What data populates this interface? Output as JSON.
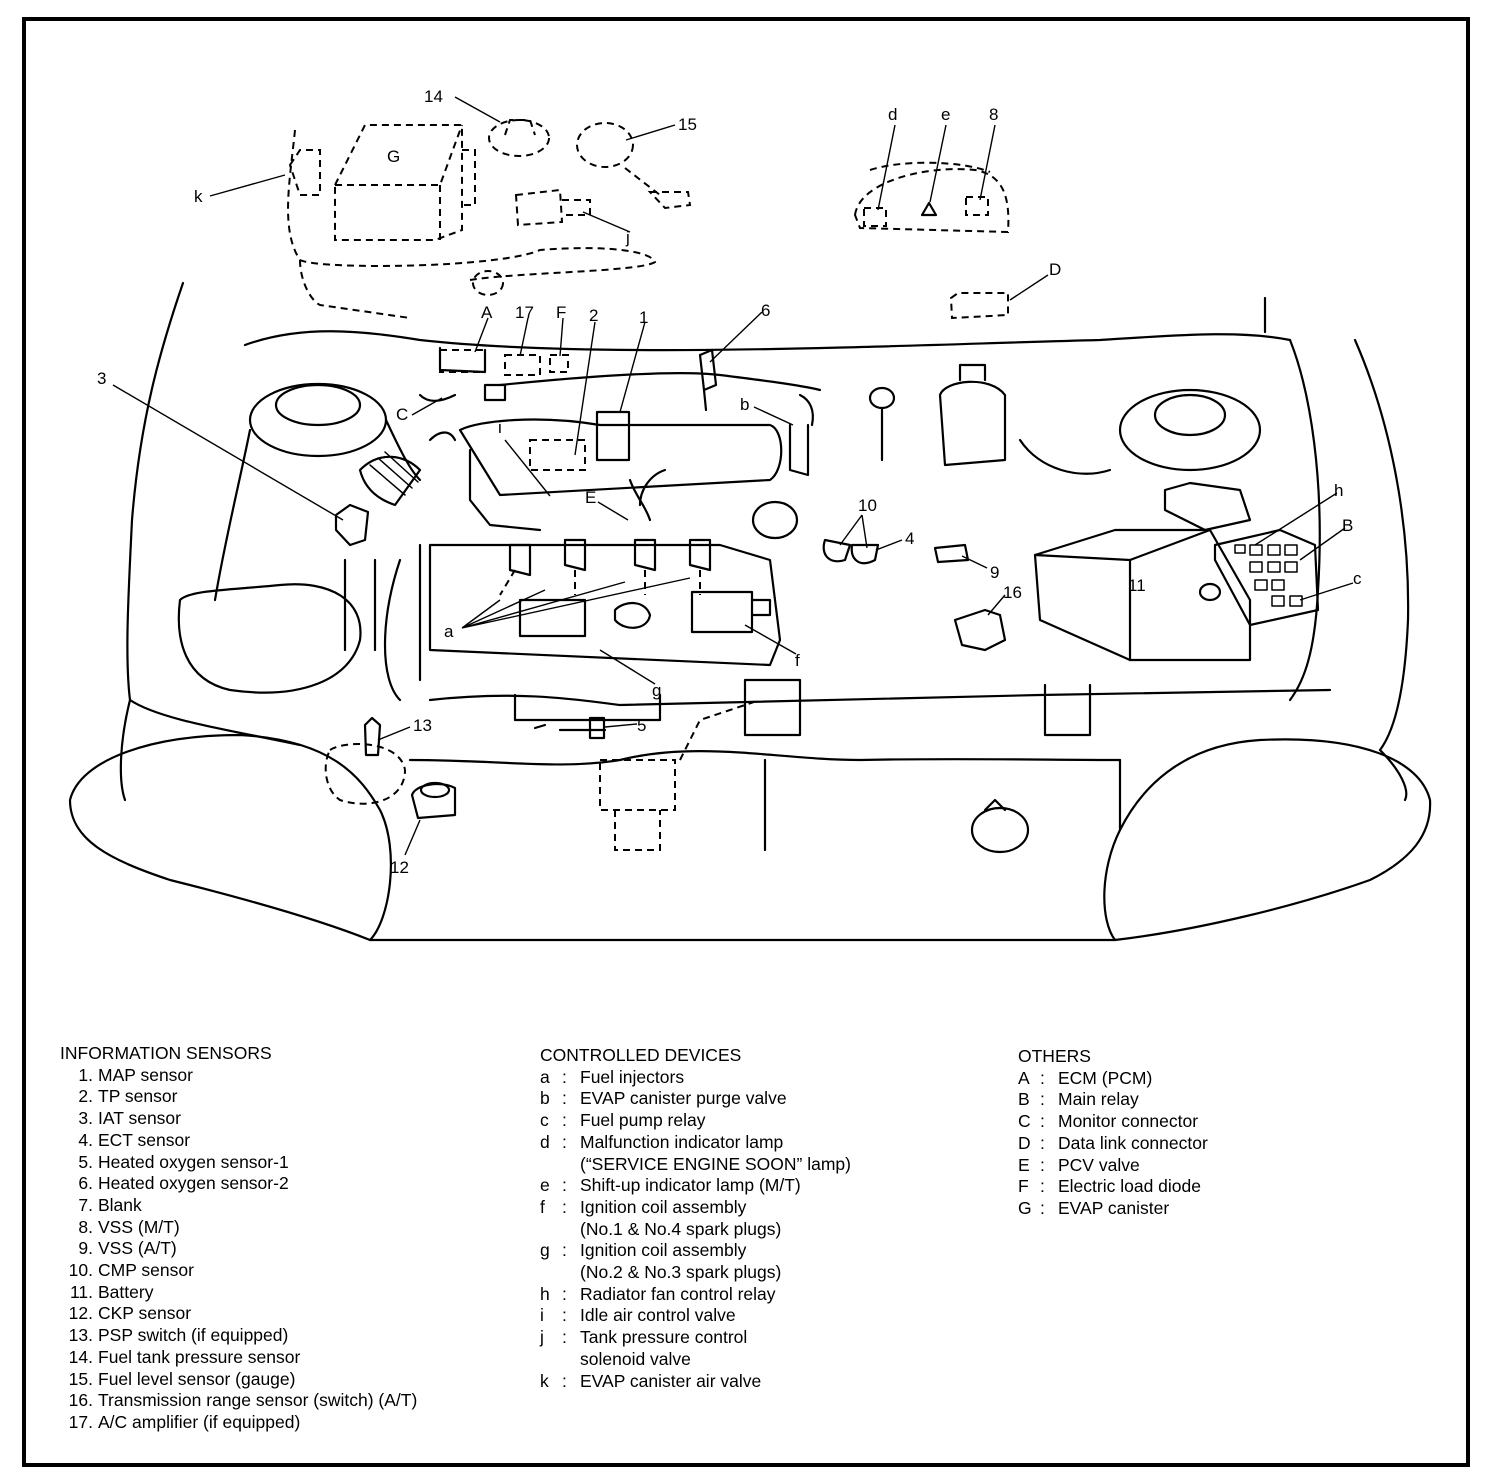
{
  "diagram": {
    "callouts": [
      "14",
      "15",
      "k",
      "G",
      "j",
      "d",
      "e",
      "8",
      "D",
      "A",
      "17",
      "F",
      "2",
      "1",
      "6",
      "3",
      "C",
      "b",
      "i",
      "E",
      "10",
      "4",
      "h",
      "B",
      "9",
      "c",
      "11",
      "16",
      "a",
      "f",
      "g",
      "5",
      "13",
      "12"
    ]
  },
  "legend": {
    "sensors": {
      "title": "INFORMATION SENSORS",
      "items": [
        {
          "num": "1.",
          "text": "MAP sensor"
        },
        {
          "num": "2.",
          "text": "TP sensor"
        },
        {
          "num": "3.",
          "text": "IAT sensor"
        },
        {
          "num": "4.",
          "text": "ECT sensor"
        },
        {
          "num": "5.",
          "text": "Heated oxygen sensor-1"
        },
        {
          "num": "6.",
          "text": "Heated oxygen sensor-2"
        },
        {
          "num": "7.",
          "text": "Blank"
        },
        {
          "num": "8.",
          "text": "VSS (M/T)"
        },
        {
          "num": "9.",
          "text": "VSS (A/T)"
        },
        {
          "num": "10.",
          "text": "CMP sensor"
        },
        {
          "num": "11.",
          "text": "Battery"
        },
        {
          "num": "12.",
          "text": "CKP sensor"
        },
        {
          "num": "13.",
          "text": "PSP switch (if equipped)"
        },
        {
          "num": "14.",
          "text": "Fuel tank pressure sensor"
        },
        {
          "num": "15.",
          "text": "Fuel level sensor (gauge)"
        },
        {
          "num": "16.",
          "text": "Transmission range sensor (switch) (A/T)"
        },
        {
          "num": "17.",
          "text": "A/C amplifier (if equipped)"
        }
      ]
    },
    "controlled": {
      "title": "CONTROLLED DEVICES",
      "items": [
        {
          "key": "a",
          "sep": ":",
          "text": "Fuel injectors",
          "cont": ""
        },
        {
          "key": "b",
          "sep": ":",
          "text": "EVAP canister purge valve",
          "cont": ""
        },
        {
          "key": "c",
          "sep": ":",
          "text": "Fuel pump relay",
          "cont": ""
        },
        {
          "key": "d",
          "sep": ":",
          "text": "Malfunction indicator lamp",
          "cont": "(“SERVICE ENGINE SOON” lamp)"
        },
        {
          "key": "e",
          "sep": ":",
          "text": "Shift-up indicator lamp (M/T)",
          "cont": ""
        },
        {
          "key": "f",
          "sep": ":",
          "text": "Ignition coil assembly",
          "cont": "(No.1 & No.4 spark plugs)"
        },
        {
          "key": "g",
          "sep": ":",
          "text": "Ignition coil assembly",
          "cont": "(No.2 & No.3 spark plugs)"
        },
        {
          "key": "h",
          "sep": ":",
          "text": "Radiator fan control relay",
          "cont": ""
        },
        {
          "key": "i",
          "sep": ":",
          "text": "Idle air control valve",
          "cont": ""
        },
        {
          "key": "j",
          "sep": ":",
          "text": "Tank pressure control",
          "cont": "solenoid valve"
        },
        {
          "key": "k",
          "sep": ":",
          "text": "EVAP canister air valve",
          "cont": ""
        }
      ]
    },
    "others": {
      "title": "OTHERS",
      "items": [
        {
          "key": "A",
          "sep": ":",
          "text": "ECM (PCM)"
        },
        {
          "key": "B",
          "sep": ":",
          "text": "Main relay"
        },
        {
          "key": "C",
          "sep": ":",
          "text": "Monitor connector"
        },
        {
          "key": "D",
          "sep": ":",
          "text": "Data link connector"
        },
        {
          "key": "E",
          "sep": ":",
          "text": "PCV valve"
        },
        {
          "key": "F",
          "sep": ":",
          "text": "Electric load diode"
        },
        {
          "key": "G",
          "sep": ":",
          "text": "EVAP canister"
        }
      ]
    }
  }
}
